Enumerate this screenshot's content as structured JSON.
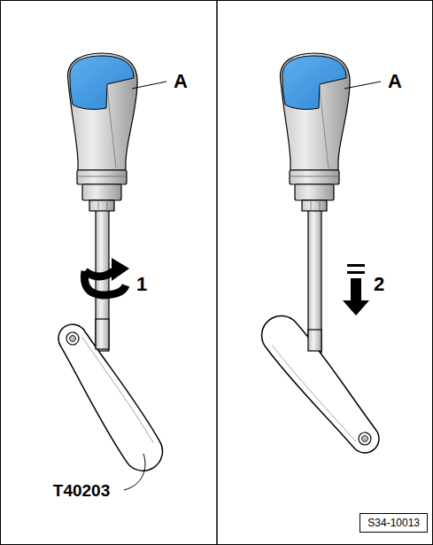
{
  "diagram": {
    "nodes": [
      {
        "text": [
          "S34-10013"
        ]
      }
    ],
    "labels": [
      "A",
      "1",
      "T40203",
      "A",
      "2"
    ]
  }
}
